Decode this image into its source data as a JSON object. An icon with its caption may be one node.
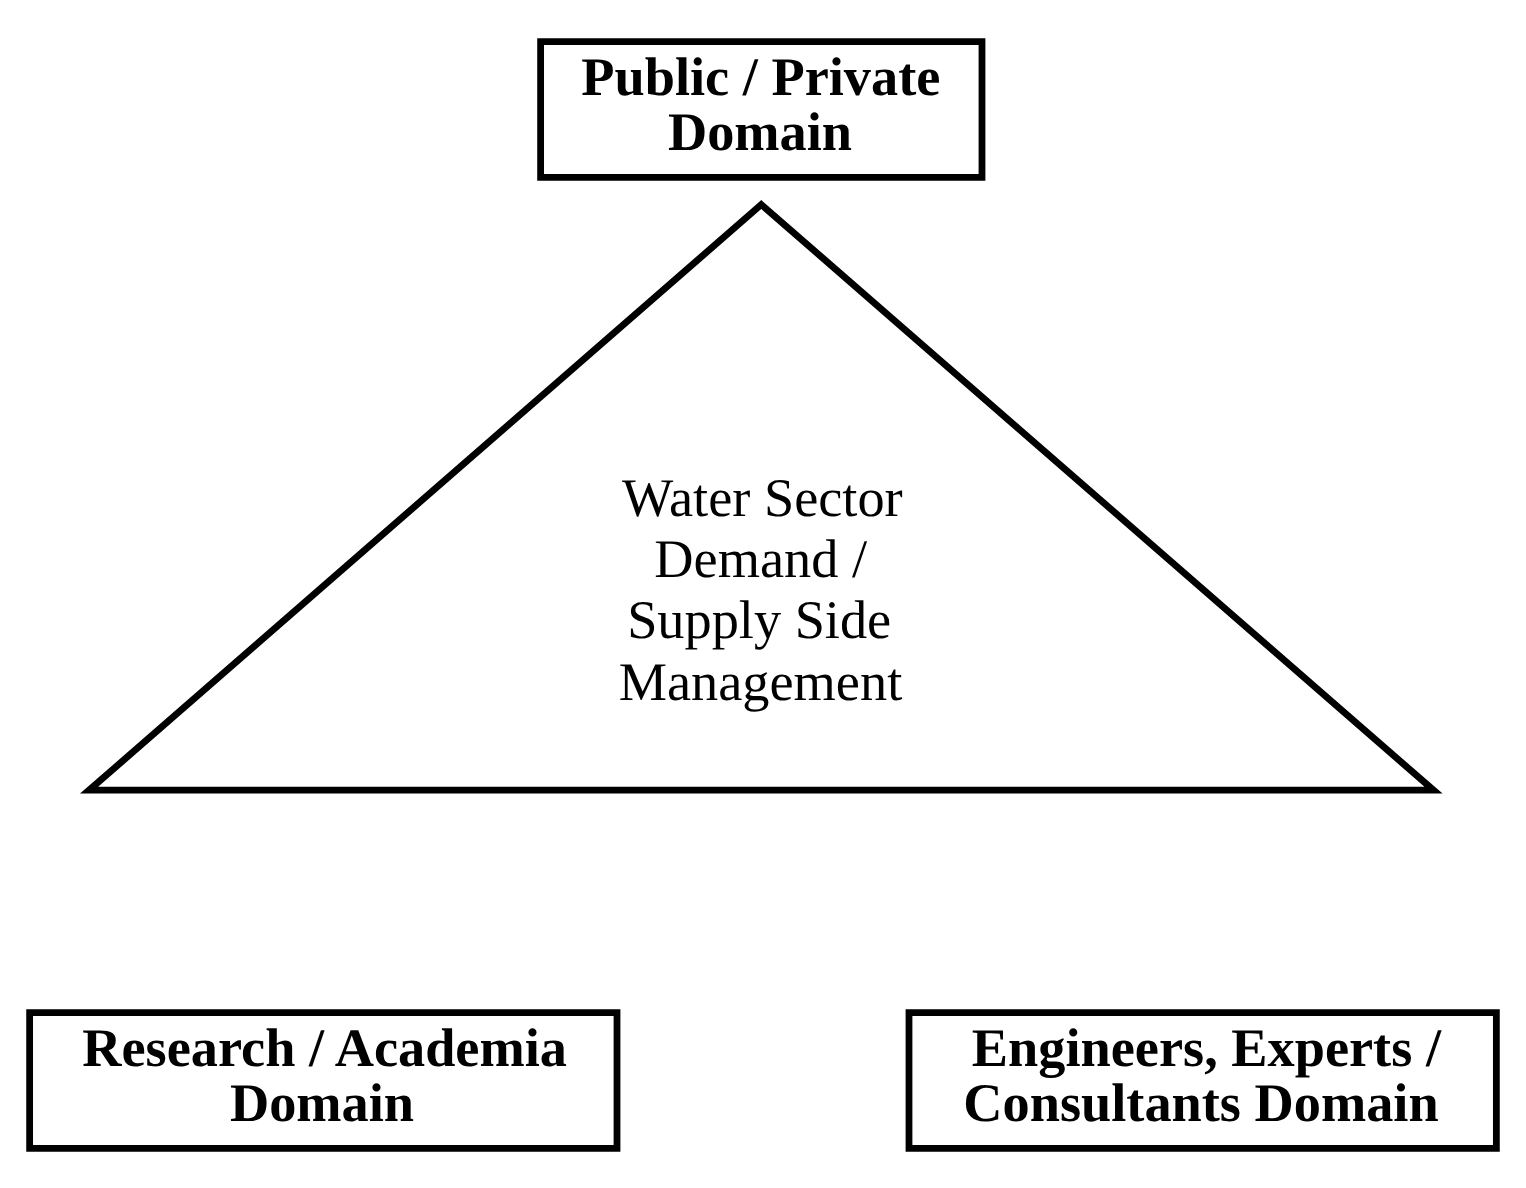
{
  "diagram": {
    "nodes": [
      {
        "text": [
          "Public / Private Domain"
        ]
      },
      {
        "text": [
          "Water Sector Demand / Supply Side Management"
        ]
      },
      {
        "text": [
          "Research / Academia Domain"
        ]
      },
      {
        "text": [
          "Engineers, Experts / Consultants Domain"
        ]
      }
    ]
  }
}
